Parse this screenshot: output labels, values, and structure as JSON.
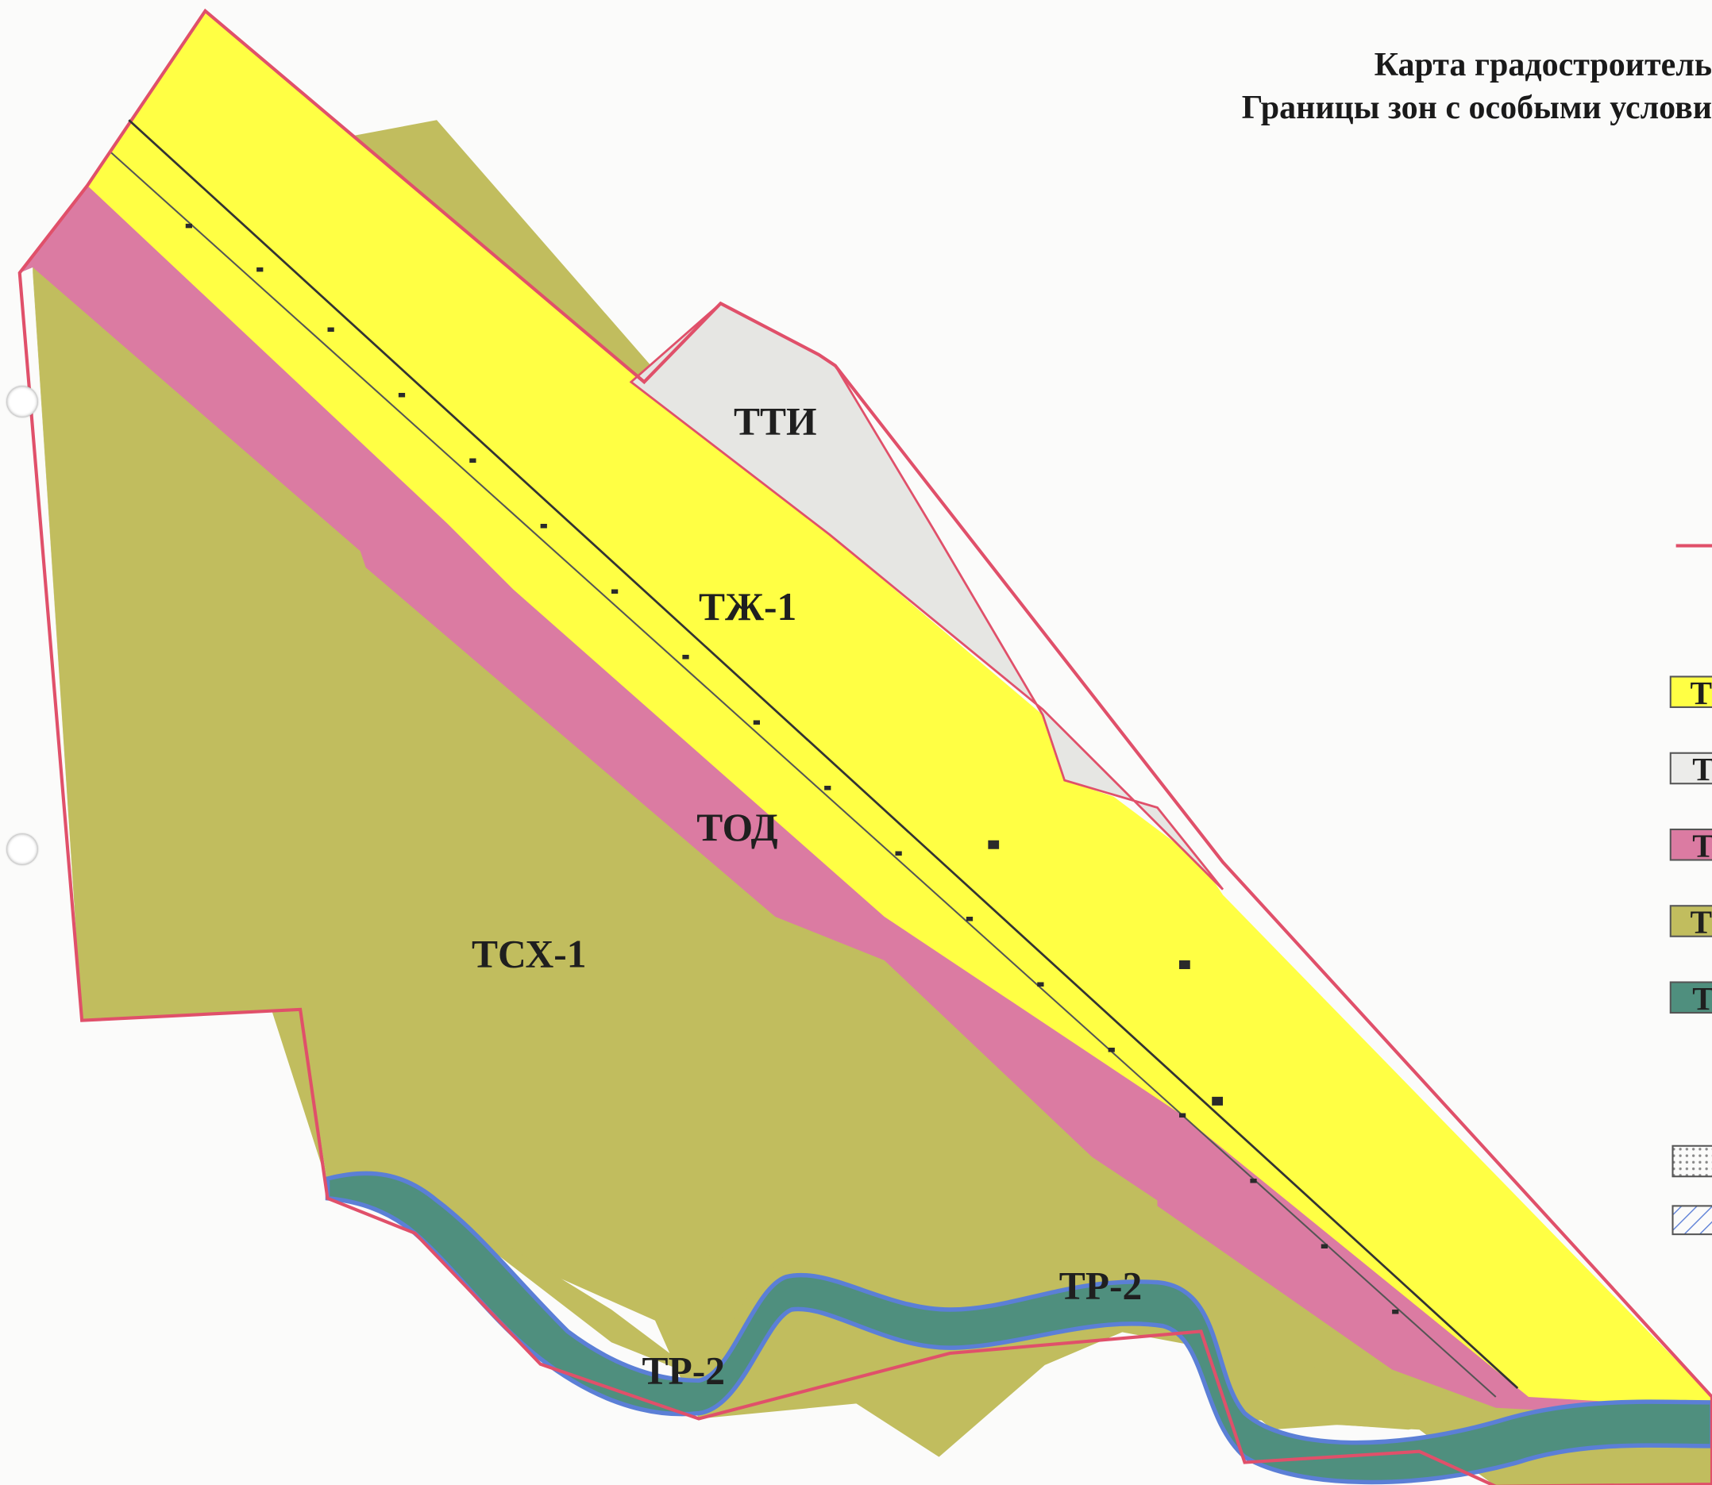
{
  "title": {
    "line1": "Карта градостроитель",
    "line2": "Границы зон с особыми услови"
  },
  "zones": {
    "tti": {
      "code": "ТТИ",
      "color": "#e6e6e3"
    },
    "tzh1": {
      "code": "ТЖ-1",
      "color": "#ffff44"
    },
    "tod": {
      "code": "ТОД",
      "color": "#db7ba2"
    },
    "tsx1": {
      "code": "ТСХ-1",
      "color": "#c1bd5e"
    },
    "tr2": {
      "code": "ТР-2",
      "label2": "ТР-2",
      "color": "#4f8f7e"
    }
  },
  "legend": [
    {
      "code": "Т",
      "color": "#ffff44"
    },
    {
      "code": "Т",
      "color": "#ececea"
    },
    {
      "code": "Т",
      "color": "#db7ba2"
    },
    {
      "code": "Т(",
      "color": "#c1bd5e"
    },
    {
      "code": "Т",
      "color": "#4f8f7e"
    }
  ],
  "boundary_color": "#e0506a",
  "water_edge_color": "#5b7fd6"
}
